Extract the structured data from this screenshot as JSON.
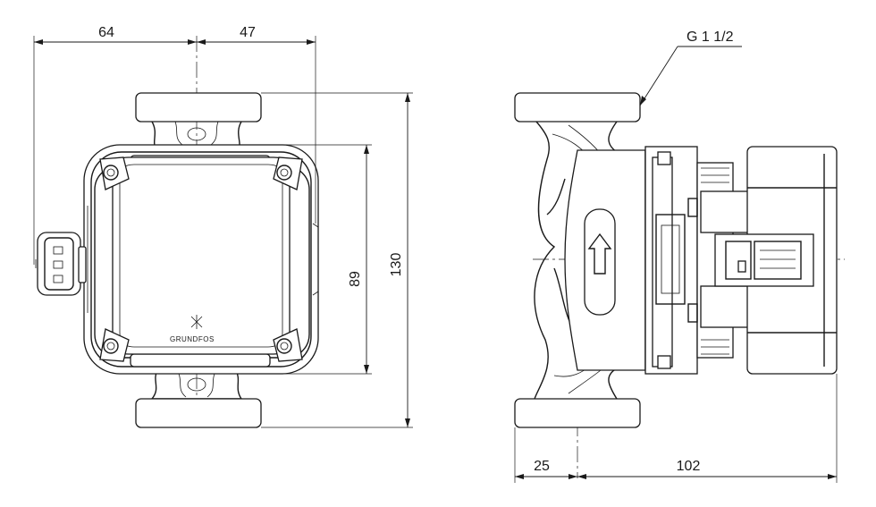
{
  "dimensions": {
    "front_left_width": "64",
    "front_right_width": "47",
    "front_body_height": "89",
    "front_total_height": "130",
    "side_flange_offset": "25",
    "side_motor_length": "102"
  },
  "thread_label": "G 1 1/2",
  "brand_logo": "GRUNDFOS"
}
